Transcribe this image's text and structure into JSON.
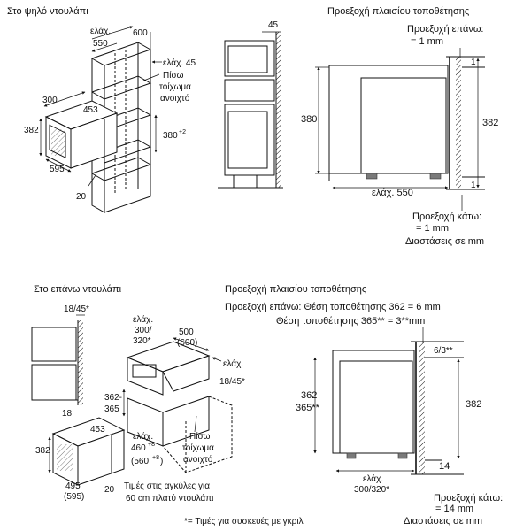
{
  "section_top": {
    "left_title": "Στο ψηλό ντουλάπι",
    "right_title": "Προεξοχή πλαισίου τοποθέτησης",
    "dims": {
      "min_label": "ελάχ.",
      "d600": "600",
      "d550": "550",
      "d45_min": "ελάχ. 45",
      "back_open_l1": "Πίσω",
      "back_open_l2": "τοίχωμα",
      "back_open_l3": "ανοιχτό",
      "d300": "300",
      "d453": "453",
      "d382": "382",
      "d380": "380",
      "d380_sup": "+2",
      "d595": "595",
      "d20": "20",
      "d45": "45"
    },
    "right": {
      "top_over_l1": "Προεξοχή επάνω:",
      "top_over_l2": "= 1 mm",
      "d380": "380",
      "d382": "382",
      "d1_top": "1",
      "d1_bottom": "1",
      "d550": "ελάχ. 550",
      "bottom_over_l1": "Προεξοχή κάτω:",
      "bottom_over_l2": "= 1 mm",
      "dims_in_mm": "Διαστάσεις σε mm"
    }
  },
  "section_bottom": {
    "left_title": "Στο επάνω ντουλάπι",
    "right_title": "Προεξοχή πλαισίου τοποθέτησης",
    "d18_45": "18/45*",
    "d18": "18",
    "min_l1": "ελάχ.",
    "d300_320_l1": "300/",
    "d320": "320*",
    "d500": "500",
    "d600p": "(600)",
    "min18_l1": "ελάχ.",
    "min18_l2": "18/45*",
    "d362_365_a": "362-",
    "d365": "365",
    "min460_l1": "ελάχ.",
    "d460": "460",
    "d460_sup": "+8",
    "d560": "(560",
    "d560_sup": "+8",
    "d560_close": ")",
    "back_l1": "Πίσω",
    "back_l2": "τοίχωμα",
    "back_l3": "ανοιχτό",
    "d453": "453",
    "d382": "382",
    "d495": "495",
    "d595p": "(595)",
    "d20": "20",
    "note_l1": "Τιμές στις αγκύλες για",
    "note_l2": "60 cm πλατύ ντουλάπι",
    "footnote": "*= Τιμές για συσκευές με γκριλ",
    "right": {
      "over_top_l1": "Προεξοχή επάνω: Θέση τοποθέτησης 362 = 6 mm",
      "over_top_l2": "Θέση τοποθέτησης 365** = 3**mm",
      "d6_3": "6/3**",
      "d362": "362",
      "d365": "365**",
      "d382": "382",
      "d14": "14",
      "min_l1": "ελάχ.",
      "min_l2": "300/320*",
      "bottom_l1": "Προεξοχή κάτω:",
      "bottom_l2": "= 14 mm",
      "dims_in_mm": "Διαστάσεις σε mm"
    }
  }
}
